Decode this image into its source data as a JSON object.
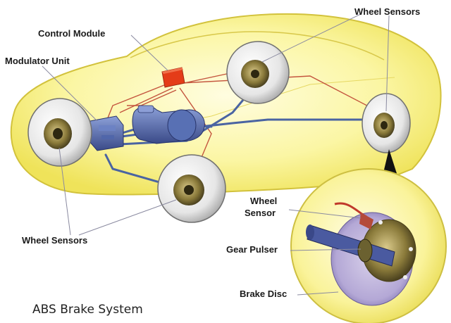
{
  "title": "ABS Brake System",
  "labels": {
    "control_module": "Control Module",
    "modulator_unit": "Modulator Unit",
    "wheel_sensors_top": "Wheel Sensors",
    "wheel_sensors_bottom": "Wheel Sensors",
    "wheel_sensor_line1": "Wheel",
    "wheel_sensor_line2": "Sensor",
    "gear_pulser": "Gear Pulser",
    "brake_disc": "Brake Disc"
  },
  "colors": {
    "car_body": "#f7f07a",
    "car_outline": "#d8c640",
    "control_module": "#e8401c",
    "brake_lines": "#4a6aa8",
    "wiring": "#c8503c",
    "tire": "#f2f2f2",
    "hub": "#7a6a2a"
  }
}
